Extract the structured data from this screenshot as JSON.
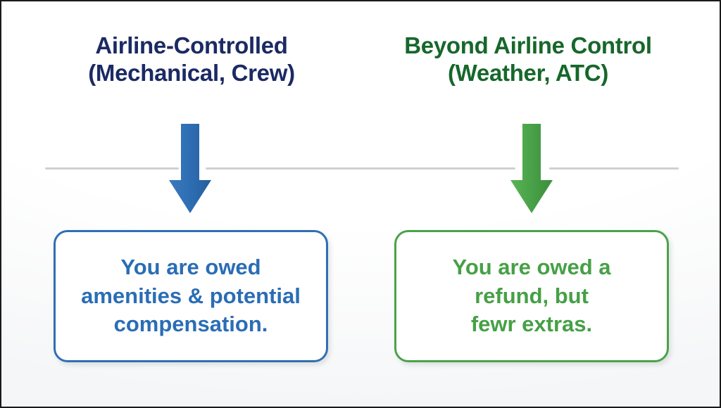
{
  "diagram": {
    "title_implicit": "Flight delay responsibility comparison",
    "columns": [
      {
        "id": "airline-controlled",
        "heading": "Airline-Controlled\n(Mechanical, Crew)",
        "heading_color": "#1b2a63",
        "arrow": {
          "icon": "down-arrow-icon",
          "color": "#2f6fb5",
          "direction": "down"
        },
        "outcome": "You are owed\namenities & potential\ncompensation.",
        "outcome_color": "#2a6db5",
        "box_border_color": "#2f6fb5"
      },
      {
        "id": "beyond-airline-control",
        "heading": "Beyond Airline Control\n(Weather, ATC)",
        "heading_color": "#17672b",
        "arrow": {
          "icon": "down-arrow-icon",
          "color": "#4aa349",
          "direction": "down"
        },
        "outcome": "You are owed a\nrefund, but\nfewr extras.",
        "outcome_color": "#46a046",
        "box_border_color": "#4aa349"
      }
    ],
    "divider": {
      "color": "#cfd0d2",
      "segments": 3
    },
    "frame": {
      "border_color": "#1a1a1a",
      "background": "#ffffff"
    }
  }
}
